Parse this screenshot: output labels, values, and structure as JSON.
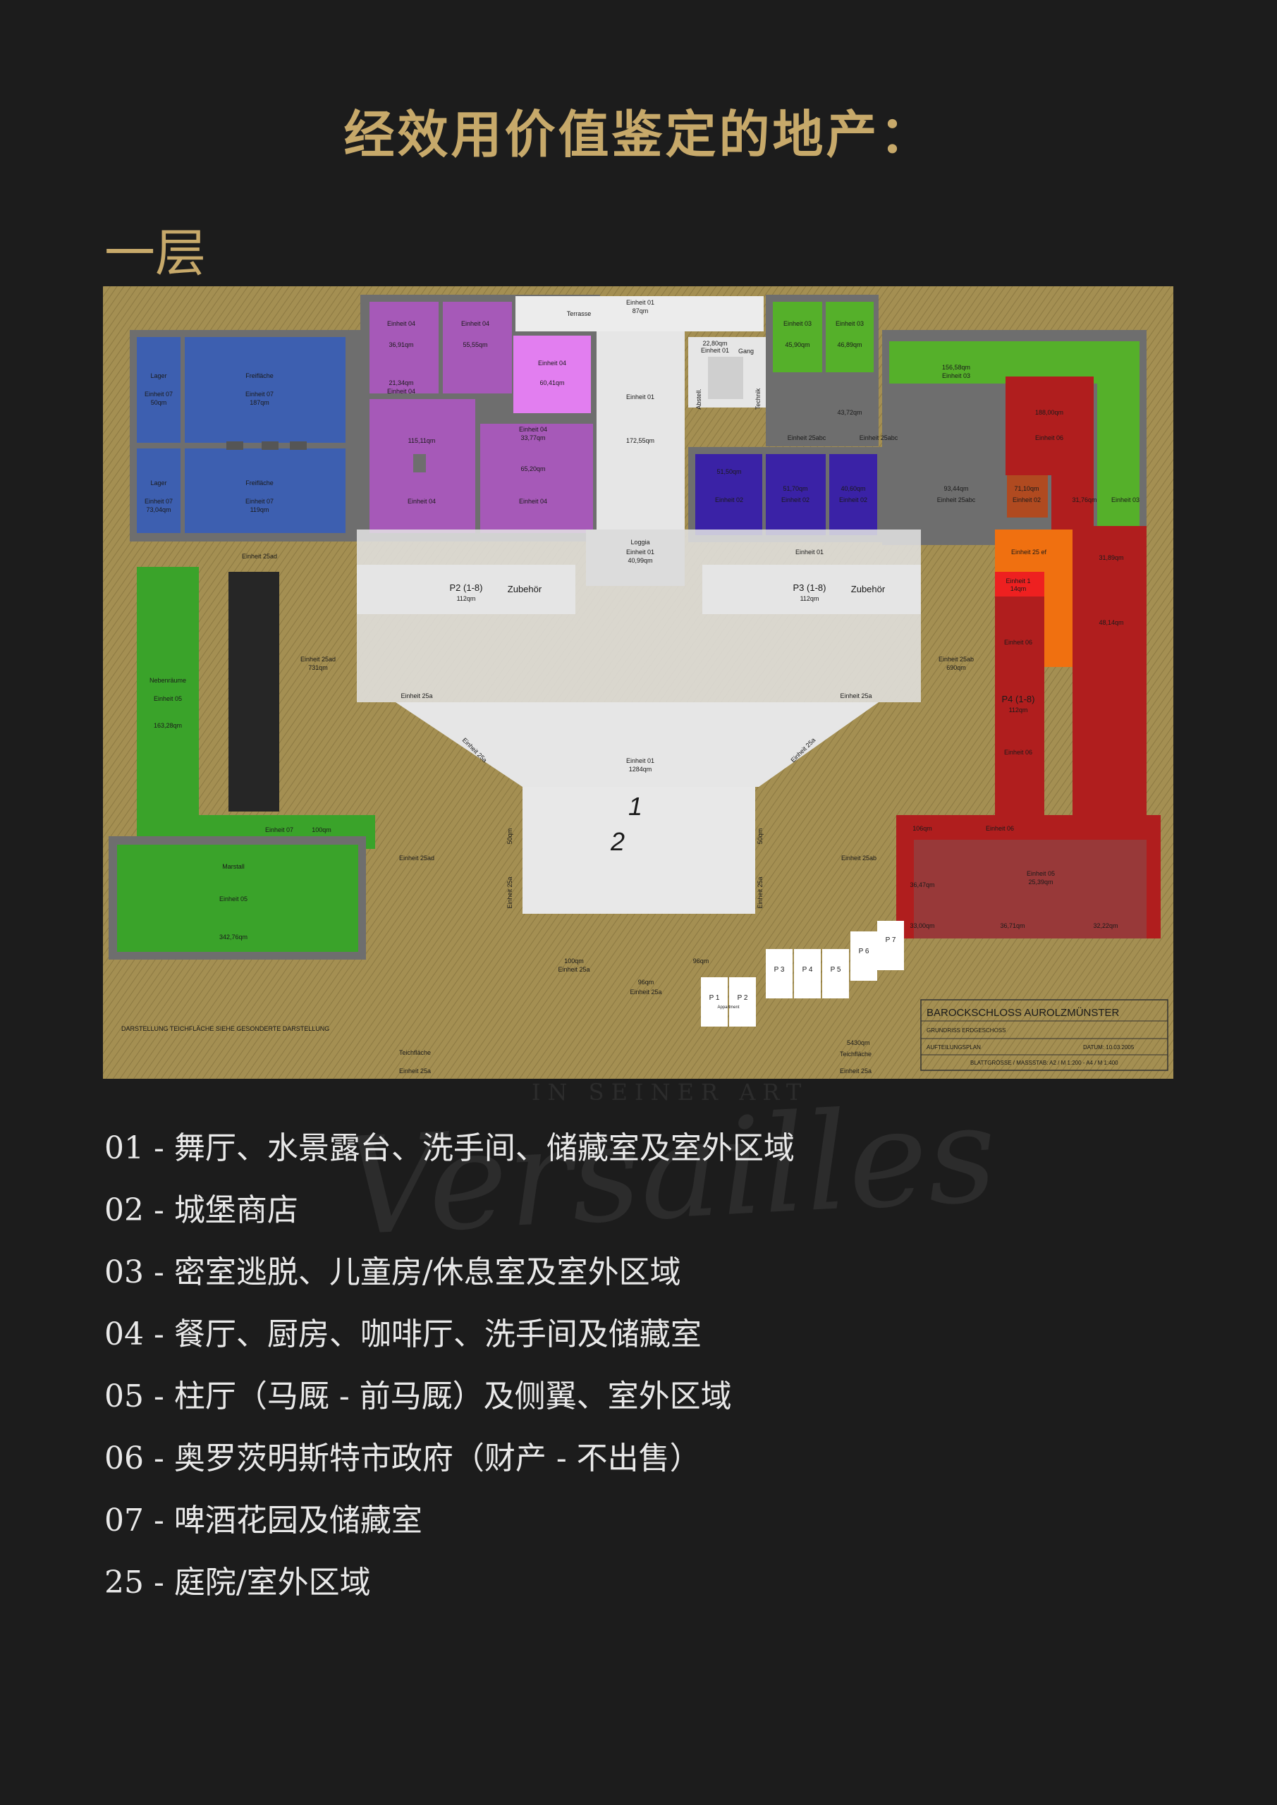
{
  "page": {
    "title": "经效用价值鉴定的地产：",
    "floor_heading": "一层",
    "watermark_sub": "IN SEINER ART",
    "watermark": "Versailles"
  },
  "plan": {
    "labels": {
      "terrasse": "Terrasse",
      "einheit01_top": "Einheit 01",
      "area_87": "87qm",
      "gang": "Gang",
      "einheit01_gang": "Einheit 01",
      "area_22_80": "22,80qm",
      "einheit01_hall": "Einheit 01",
      "area_172": "172,55qm",
      "abstell": "Abstell.",
      "technik": "Technik",
      "lager1": "Lager",
      "einheit07_a": "Einheit 07",
      "area_50": "50qm",
      "freiflaeche1": "Freifläche",
      "einheit07_b": "Einheit 07",
      "area_187": "187qm",
      "lager2": "Lager",
      "einheit07_c": "Einheit 07",
      "area_73": "73,04qm",
      "freiflaeche2": "Freifläche",
      "einheit07_d": "Einheit 07",
      "area_119": "119qm",
      "einheit04_a": "Einheit 04",
      "area_36": "36,91qm",
      "einheit04_b": "Einheit 04",
      "area_55": "55,55qm",
      "area_21": "21,34qm",
      "einheit04_c": "Einheit 04",
      "einheit04_pink": "Einheit 04",
      "area_60": "60,41qm",
      "area_115": "115,11qm",
      "einheit04_d": "Einheit 04",
      "area_33": "33,77qm",
      "area_65": "65,20qm",
      "einheit04_e": "Einheit 04",
      "einheit04_f": "Einheit 04",
      "einheit03_a": "Einheit 03",
      "area_45": "45,90qm",
      "einheit03_b": "Einheit 03",
      "area_46": "46,89qm",
      "area_156": "156,58qm",
      "einheit03_c": "Einheit 03",
      "area_43": "43,72qm",
      "einheit25abc_a": "Einheit 25abc",
      "einheit25abc_b": "Einheit 25abc",
      "area_51": "51,50qm",
      "einheit02_a": "Einheit 02",
      "area_51b": "51,70qm",
      "einheit02_b": "Einheit 02",
      "area_40": "40,60qm",
      "einheit02_c": "Einheit 02",
      "area_93": "93,44qm",
      "einheit25abc_c": "Einheit 25abc",
      "area_71": "71,10qm",
      "einheit02_d": "Einheit 02",
      "area_188": "188,00qm",
      "einheit06_a": "Einheit 06",
      "area_31": "31,76qm",
      "einheit03_d": "Einheit 03",
      "einheit25ad_a": "Einheit 25ad",
      "loggia": "Loggia",
      "einheit01_loggia": "Einheit 01",
      "area_40_99": "40,99qm",
      "einheit01_right": "Einheit 01",
      "p2": "P2 (1-8)",
      "area_112a": "112qm",
      "zubehoer1": "Zubehör",
      "p3": "P3 (1-8)",
      "area_112b": "112qm",
      "zubehoer2": "Zubehör",
      "einheit25ef": "Einheit 25 ef",
      "einheit1_red": "Einheit 1",
      "area_14": "14qm",
      "area_31_89": "31,89qm",
      "area_48": "48,14qm",
      "einheit06_b": "Einheit 06",
      "nebenraeume": "Nebenräume",
      "einheit05_a": "Einheit 05",
      "area_163": "163,28qm",
      "einheit25ad_b": "Einheit 25ad",
      "area_731": "731qm",
      "einheit25a_a": "Einheit 25a",
      "einheit25a_b": "Einheit 25a",
      "einheit25ab_a": "Einheit 25ab",
      "area_690": "690qm",
      "p4": "P4 (1-8)",
      "area_112c": "112qm",
      "einheit06_c": "Einheit 06",
      "einheit01_court": "Einheit 01",
      "area_1284": "1284qm",
      "diag1": "Einheit 25a",
      "diag2": "Einheit 25a",
      "einheit07_e": "Einheit 07",
      "area_100": "100qm",
      "marstall": "Marstall",
      "einheit05_b": "Einheit 05",
      "area_342": "342,76qm",
      "einheit25ad_c": "Einheit 25ad",
      "einheit25a_v1": "Einheit 25a",
      "area_50a": "50qm",
      "einheit25a_v2": "Einheit 25a",
      "area_50b": "50qm",
      "einheit25ab_b": "Einheit 25ab",
      "area_106": "106qm",
      "einheit06_d": "Einheit 06",
      "area_36_47": "36,47qm",
      "einheit05_c": "Einheit 05",
      "area_25": "25,39qm",
      "area_33b": "33,00qm",
      "area_36b": "36,71qm",
      "area_32": "32,22qm",
      "num_1": "1",
      "num_2": "2",
      "area_100b": "100qm",
      "einheit25a_c": "Einheit 25a",
      "area_96": "96qm",
      "area_96b": "96qm",
      "einheit25a_d": "Einheit 25a",
      "p1": "P 1",
      "p2s": "P 2",
      "p3s": "P 3",
      "p4s": "P 4",
      "p5s": "P 5",
      "p6s": "P 6",
      "p7s": "P 7",
      "appartment": "Appartment",
      "darstellung": "DARSTELLUNG TEICHFLÄCHE SIEHE GESONDERTE DARSTELLUNG",
      "teichflaeche1": "Teichfläche",
      "einheit25a_e": "Einheit 25a",
      "area_5430": "5430qm",
      "teichflaeche2": "Teichfläche",
      "einheit25a_f": "Einheit 25a",
      "tb_title": "BAROCKSCHLOSS AUROLZMÜNSTER",
      "tb_grundriss": "GRUNDRISS ERDGESCHOSS",
      "tb_aufteilung": "AUFTEILUNGSPLAN",
      "tb_datum": "DATUM: 10.03.2005",
      "tb_blatt": "BLATTGRÖSSE / MASSSTAB: A2 / M 1:200 - A4 / M 1:400"
    }
  },
  "legend": [
    "01 - 舞厅、水景露台、洗手间、储藏室及室外区域",
    "02 - 城堡商店",
    "03 - 密室逃脱、儿童房/休息室及室外区域",
    "04 - 餐厅、厨房、咖啡厅、洗手间及储藏室",
    "05 - 柱厅（马厩 - 前马厩）及侧翼、室外区域",
    "06 - 奥罗茨明斯特市政府（财产 - 不出售）",
    "07 - 啤酒花园及储藏室",
    "25 - 庭院/室外区域"
  ],
  "colors": {
    "background": "#1c1c1c",
    "gold": "#c7a96a",
    "plan_ground": "#a48f52",
    "unit01": "#e6e6e6",
    "unit02": "#3a22a6",
    "unit03": "#55b02a",
    "unit04": "#a659b8",
    "unit04_highlight": "#e27ef0",
    "unit05": "#3aa32a",
    "unit06": "#b01e1e",
    "unit07": "#3d5fb0",
    "unit25ef": "#f07010",
    "wall": "#6e6e6e"
  }
}
